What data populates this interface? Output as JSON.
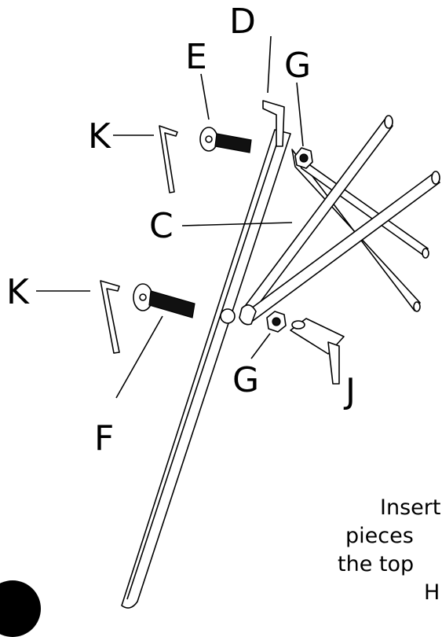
{
  "labels": {
    "C": "C",
    "D": "D",
    "E": "E",
    "F": "F",
    "G": "G",
    "J": "J",
    "K": "K"
  },
  "instruction_lines": [
    "Insert",
    "pieces",
    "the top",
    "H"
  ],
  "colors": {
    "line": "#000000",
    "background": "#ffffff",
    "bolt": "#111111"
  }
}
